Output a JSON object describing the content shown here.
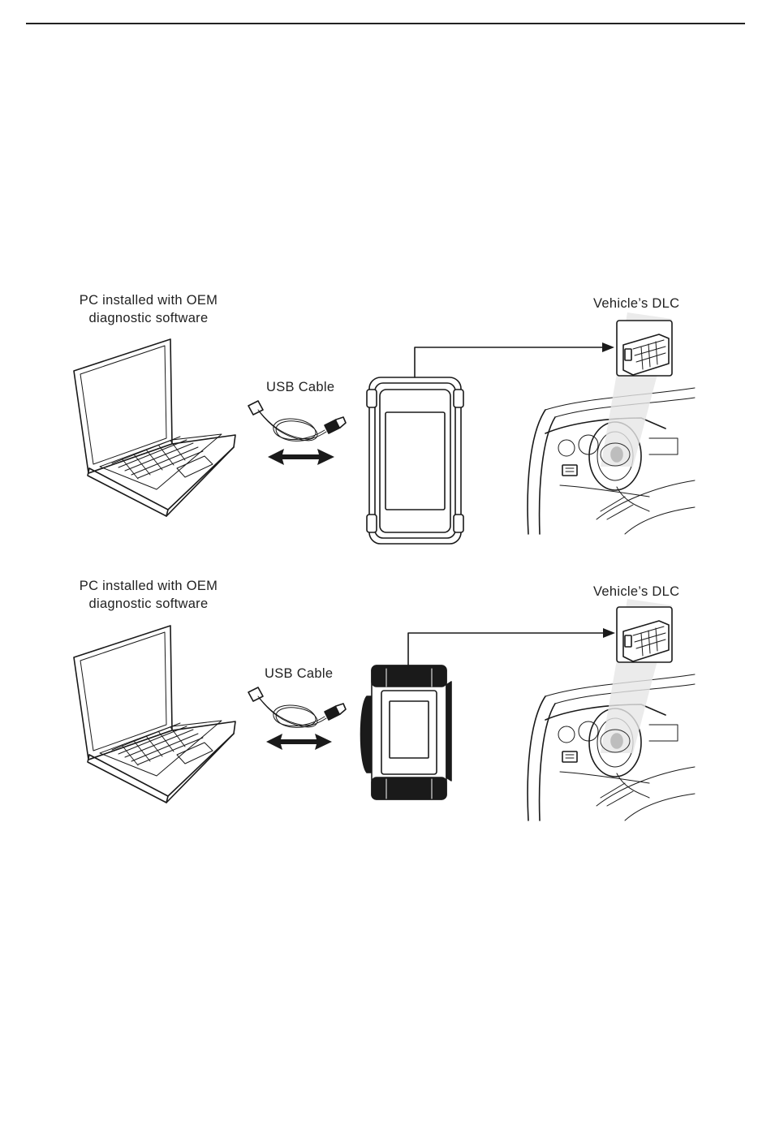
{
  "diagrams": [
    {
      "pc_label_line1": "PC installed with OEM",
      "pc_label_line2": "diagnostic software",
      "cable_label": "USB Cable",
      "dlc_label": "Vehicle’s DLC",
      "device_orientation": "portrait"
    },
    {
      "pc_label_line1": "PC installed with OEM",
      "pc_label_line2": "diagnostic software",
      "cable_label": "USB Cable",
      "dlc_label": "Vehicle’s DLC",
      "device_orientation": "portrait-side-handle"
    }
  ],
  "icons": {
    "laptop": "laptop-icon",
    "cable": "usb-cable-icon",
    "arrow": "double-arrow-icon",
    "device": "diagnostic-device-icon",
    "car": "car-interior-icon",
    "dlc": "dlc-connector-icon"
  }
}
